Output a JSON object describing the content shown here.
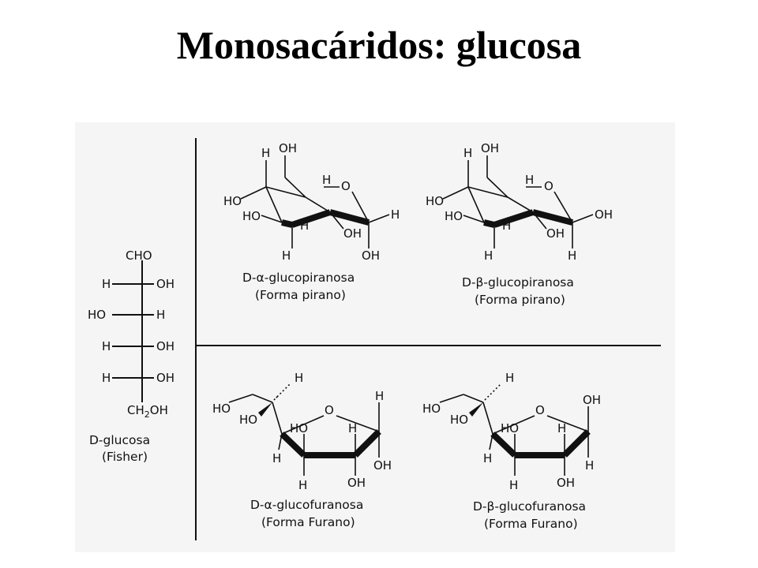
{
  "page": {
    "title": "Monosacáridos: glucosa"
  },
  "fisher": {
    "top": "CHO",
    "rows": [
      {
        "left": "H",
        "right": "OH"
      },
      {
        "left": "HO",
        "right": "H"
      },
      {
        "left": "H",
        "right": "OH"
      },
      {
        "left": "H",
        "right": "OH"
      }
    ],
    "bottom_main": "CH",
    "bottom_sub": "2",
    "bottom_end": "OH",
    "caption_name": "D-glucosa",
    "caption_form": "(Fisher)"
  },
  "alpha_pyranose": {
    "labels": {
      "h_top": "H",
      "oh_top": "OH",
      "ho_upper": "HO",
      "h_ring": "H",
      "o_ring": "O",
      "ho_lower": "HO",
      "h_mid": "H",
      "oh_mid": "OH",
      "h_right": "H",
      "h_bottom": "H",
      "oh_bottom": "OH"
    },
    "caption_name": "D-α-glucopiranosa",
    "caption_form": "(Forma pirano)"
  },
  "beta_pyranose": {
    "labels": {
      "h_top": "H",
      "oh_top": "OH",
      "ho_upper": "HO",
      "h_ring": "H",
      "o_ring": "O",
      "ho_lower": "HO",
      "h_mid": "H",
      "oh_mid": "OH",
      "oh_right": "OH",
      "h_bottom": "H",
      "h_bottom2": "H"
    },
    "caption_name": "D-β-glucopiranosa",
    "caption_form": "(Forma pirano)"
  },
  "alpha_furanose": {
    "labels": {
      "ho_end": "HO",
      "h_top": "H",
      "ho_side": "HO",
      "o_ring": "O",
      "ho_ring": "HO",
      "h_ring": "H",
      "h_anomer": "H",
      "h_left": "H",
      "oh_right": "OH",
      "h_bottom": "H",
      "oh_bottom": "OH"
    },
    "caption_name": "D-α-glucofuranosa",
    "caption_form": "(Forma Furano)"
  },
  "beta_furanose": {
    "labels": {
      "ho_end": "HO",
      "h_top": "H",
      "ho_side": "HO",
      "o_ring": "O",
      "ho_ring": "HO",
      "h_ring": "H",
      "oh_anomer": "OH",
      "h_left": "H",
      "h_right": "H",
      "h_bottom": "H",
      "oh_bottom": "OH"
    },
    "caption_name": "D-β-glucofuranosa",
    "caption_form": "(Forma Furano)"
  }
}
